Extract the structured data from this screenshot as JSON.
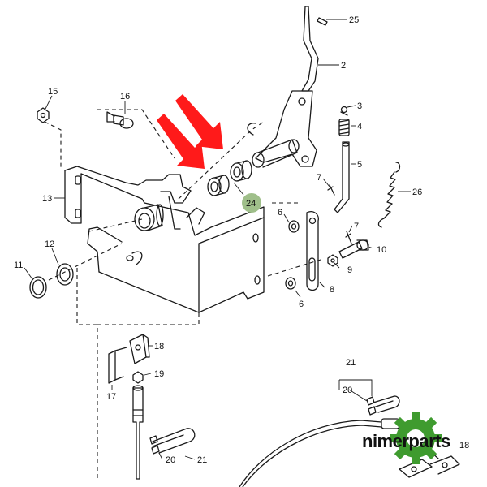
{
  "diagram": {
    "callouts": [
      "25",
      "2",
      "3",
      "4",
      "5",
      "7",
      "26",
      "15",
      "16",
      "13",
      "12",
      "11",
      "24",
      "6",
      "7",
      "10",
      "9",
      "8",
      "6",
      "18",
      "19",
      "17",
      "21",
      "20",
      "20",
      "21",
      "18"
    ],
    "highlighted_part": "24",
    "highlight_color": "#9fbf8a",
    "arrow_color": "#ff1a1a"
  },
  "watermark": {
    "brand": "nimerparts",
    "gear_color": "#3f9b2f"
  }
}
